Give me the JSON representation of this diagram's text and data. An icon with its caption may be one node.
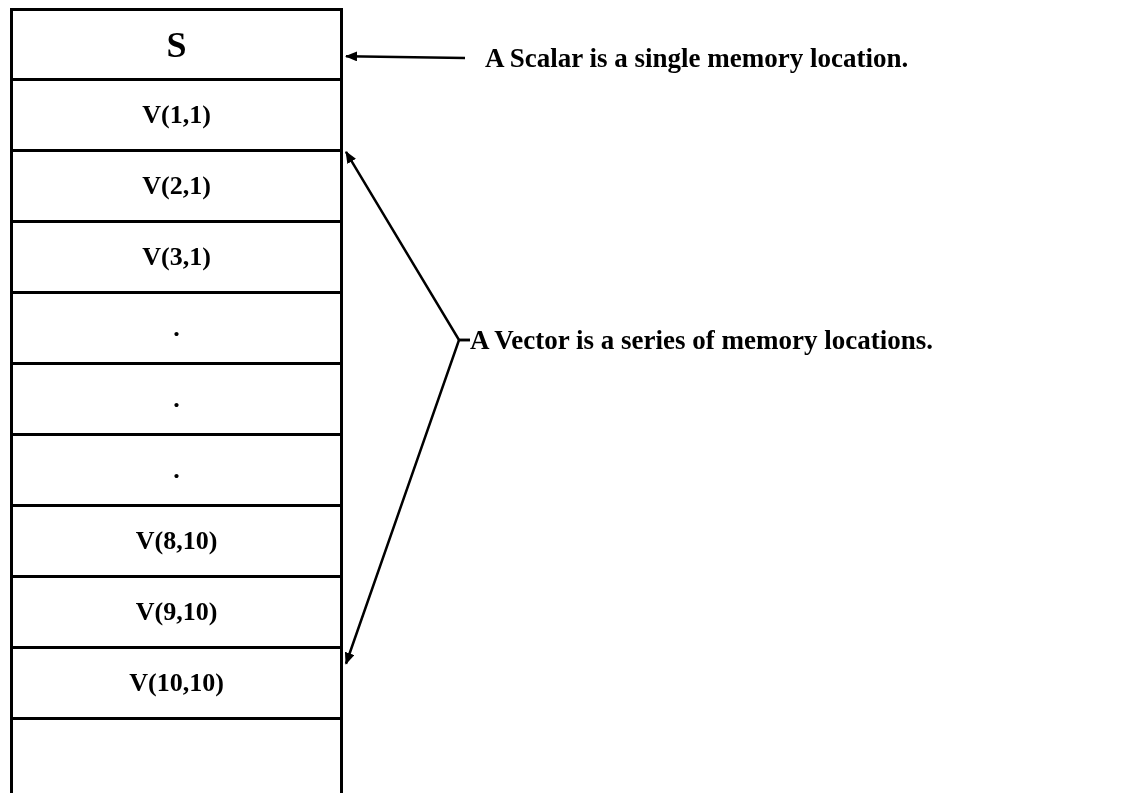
{
  "diagram": {
    "nodes": [
      {
        "text": [
          "S"
        ]
      },
      {
        "text": [
          "V(1,1)"
        ]
      },
      {
        "text": [
          "V(2,1)"
        ]
      },
      {
        "text": [
          "V(3,1)"
        ]
      },
      {
        "text": [
          "."
        ]
      },
      {
        "text": [
          "."
        ]
      },
      {
        "text": [
          "."
        ]
      },
      {
        "text": [
          "V(8,10)"
        ]
      },
      {
        "text": [
          "V(9,10)"
        ]
      },
      {
        "text": [
          "V(10,10)"
        ]
      },
      {
        "text": [],
        "shape": "box"
      },
      {
        "text": [
          "A Scalar is a single memory location."
        ]
      },
      {
        "text": [
          "A Vector is a series of memory locations."
        ]
      }
    ],
    "edges": [
      {
        "from": 11,
        "to": 0,
        "arrow": "to"
      },
      {
        "from": 12,
        "to": 2,
        "arrow": "to"
      },
      {
        "from": 12,
        "to": 9,
        "arrow": "to"
      }
    ]
  }
}
